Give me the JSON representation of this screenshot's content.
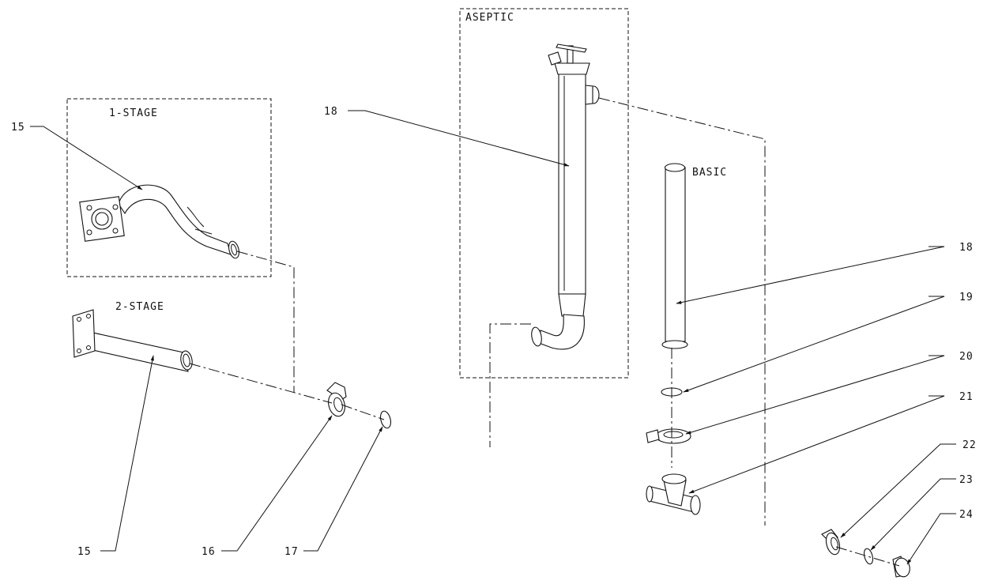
{
  "boxes": {
    "one_stage": "1-STAGE",
    "two_stage": "2-STAGE",
    "aseptic": "ASEPTIC",
    "basic": "BASIC"
  },
  "callouts": {
    "c15_top": "15",
    "c15_bottom": "15",
    "c16": "16",
    "c17": "17",
    "c18_aseptic": "18",
    "c18_basic": "18",
    "c19": "19",
    "c20": "20",
    "c21": "21",
    "c22": "22",
    "c23": "23",
    "c24": "24"
  }
}
